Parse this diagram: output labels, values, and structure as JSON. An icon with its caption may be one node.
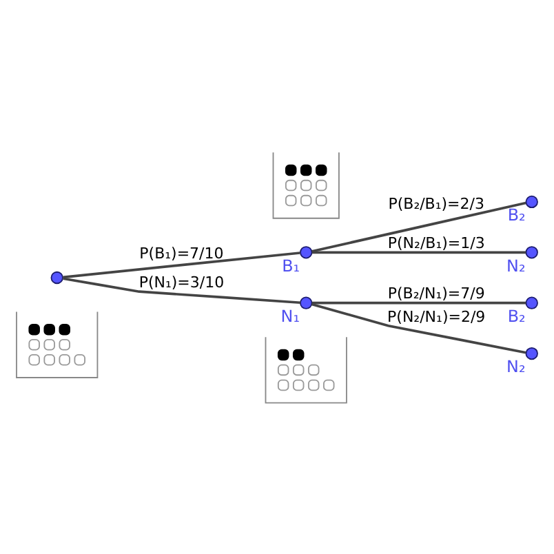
{
  "diagram": {
    "nodes": [
      {
        "text": [],
        "shape": "circle"
      },
      {
        "text": [
          "B₁"
        ]
      },
      {
        "text": [
          "B₂"
        ]
      },
      {
        "text": [
          "N₂"
        ]
      },
      {
        "text": [
          "N₁"
        ]
      },
      {
        "text": [
          "B₂"
        ]
      },
      {
        "text": [
          "N₂"
        ]
      }
    ],
    "edges": [
      {
        "from": 0,
        "to": 1,
        "arrow": "none",
        "label": "P(B₁)=7/10"
      },
      {
        "from": 1,
        "to": 2,
        "arrow": "none",
        "label": "P(B₂/B₁)=2/3"
      },
      {
        "from": 1,
        "to": 3,
        "arrow": "none",
        "label": "P(N₂/B₁)=1/3"
      },
      {
        "from": 0,
        "to": 4,
        "arrow": "none",
        "label": "P(N₁)=3/10"
      },
      {
        "from": 4,
        "to": 5,
        "arrow": "none",
        "label": "P(B₂/N₁)=7/9"
      },
      {
        "from": 4,
        "to": 6,
        "arrow": "none",
        "label": "P(N₂/N₁)=2/9"
      }
    ]
  }
}
